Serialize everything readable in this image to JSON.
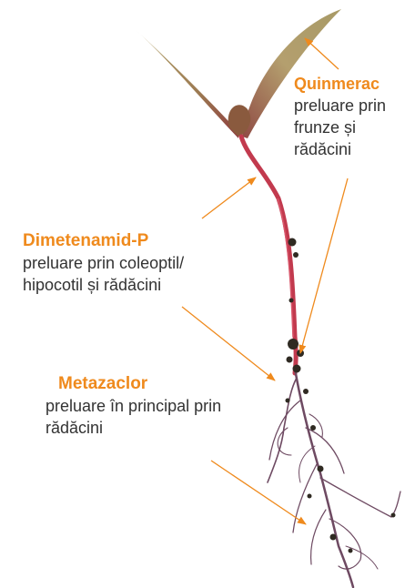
{
  "colors": {
    "accent": "#ef8a1d",
    "text": "#333333",
    "stem": "#c23a4e",
    "leaf": "#a8955e",
    "root": "#6e4a62"
  },
  "illustration": "plant-seedling",
  "callouts": {
    "quinmerac": {
      "name": "Quinmerac",
      "lines": [
        "preluare prin",
        "frunze și",
        "rădăcini"
      ]
    },
    "dimetenamid": {
      "name": "Dimetenamid-P",
      "lines": [
        "preluare prin coleoptil/",
        "hipocotil și rădăcini"
      ]
    },
    "metazaclor": {
      "name": "Metazaclor",
      "lines": [
        "preluare în principal prin",
        "rădăcini"
      ]
    }
  }
}
